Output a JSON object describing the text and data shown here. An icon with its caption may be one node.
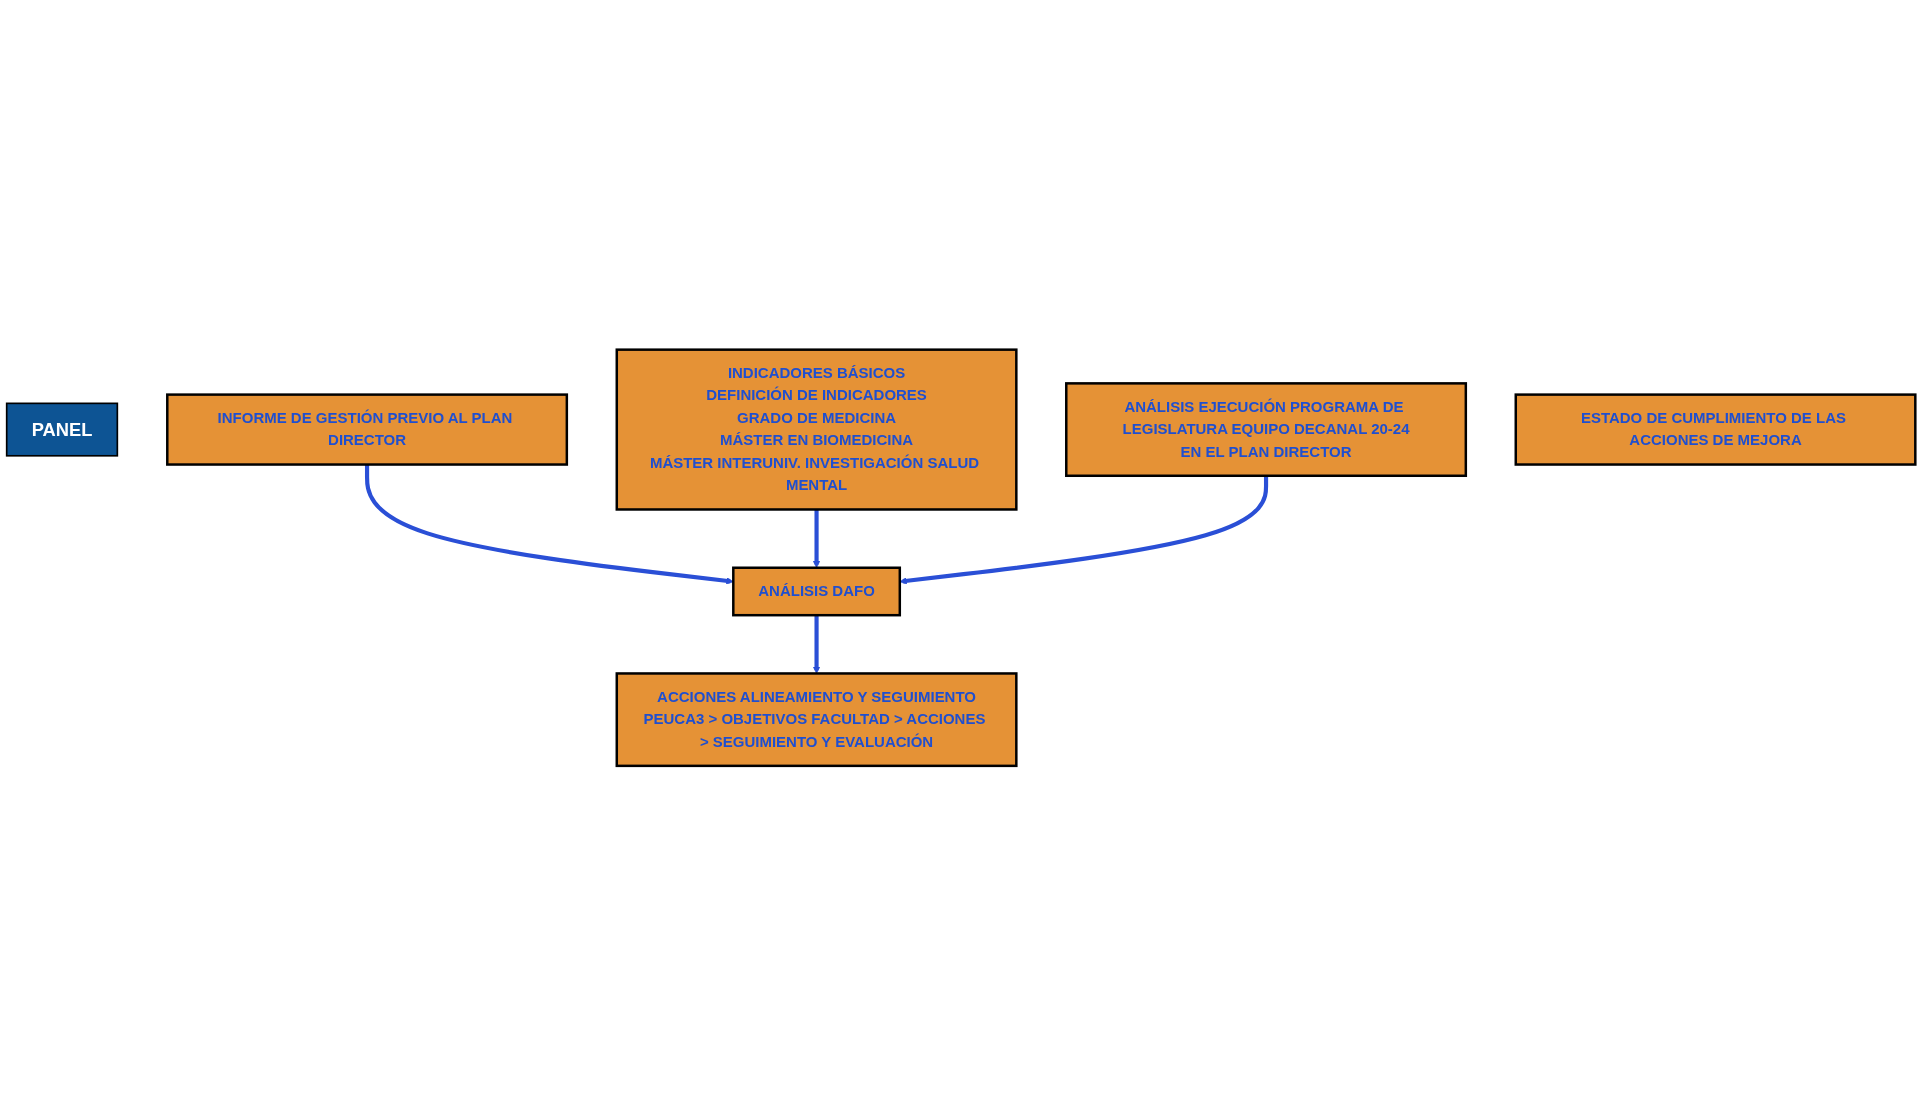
{
  "diagram": {
    "nodes": [
      {
        "text": [
          "PANEL"
        ]
      },
      {
        "text": [
          "INDICADORES BÁSICOS",
          "DEFINICIÓN DE INDICADORES",
          "GRADO DE MEDICINA",
          "MÁSTER EN BIOMEDICINA",
          "MÁSTER INTERUNIV. INVESTIGACIÓN SALUD MENTAL"
        ]
      },
      {
        "text": [
          "INFORME DE GESTIÓN PREVIO AL PLAN DIRECTOR"
        ]
      },
      {
        "text": [
          "ANÁLISIS EJECUCIÓN PROGRAMA DE LEGISLATURA EQUIPO DECANAL 20-24",
          "EN EL PLAN DIRECTOR"
        ]
      },
      {
        "text": [
          "ANÁLISIS DAFO"
        ]
      },
      {
        "text": [
          "ACCIONES ALINEAMIENTO Y SEGUIMIENTO",
          "PEUCA3 > OBJETIVOS FACULTAD > ACCIONES > SEGUIMIENTO Y EVALUACIÓN"
        ]
      },
      {
        "text": [
          "ESTADO DE CUMPLIMIENTO DE LAS ACCIONES DE MEJORA"
        ]
      }
    ],
    "edges": [
      {
        "from": 2,
        "to": 4,
        "arrow": "to"
      },
      {
        "from": 1,
        "to": 4,
        "arrow": "to"
      },
      {
        "from": 3,
        "to": 4,
        "arrow": "to"
      },
      {
        "from": 4,
        "to": 5,
        "arrow": "to"
      }
    ]
  }
}
